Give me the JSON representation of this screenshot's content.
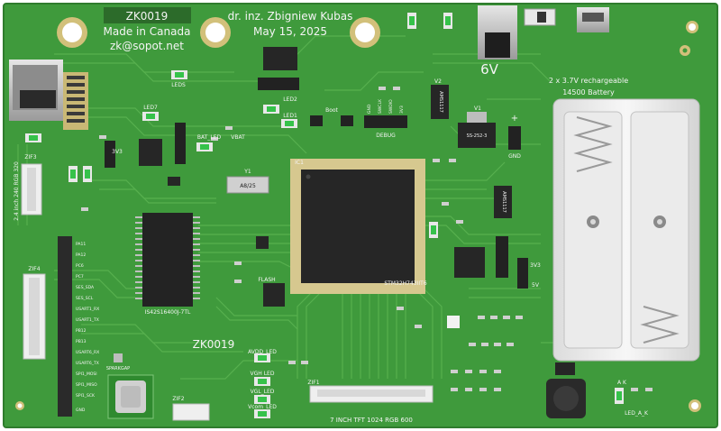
{
  "board": {
    "id_top": "ZK0019",
    "made_in": "Made in Canada",
    "email": "zk@sopot.net",
    "author": "dr. inz. Zbigniew Kubas",
    "date": "May 15,  2025",
    "id_bottom": "ZK0019",
    "colors": {
      "pcb": "#3f9a3c",
      "silkscreen": "#f4f4f4",
      "ic": "#232323",
      "pad": "#d8c890",
      "led": "#36c24a"
    }
  },
  "power": {
    "voltage": "6V",
    "battery_note": "2 x 3.7V rechargeable",
    "battery_type": "14500 Battery"
  },
  "labels": {
    "leds": "LEDS",
    "led2": "LED2",
    "led1": "LED1",
    "led7": "LED7",
    "bat_led": "BAT_LED",
    "vbat": "VBAT",
    "v33": "3V3",
    "v33b": "3V3",
    "boot": "Boot",
    "debug": "DEBUG",
    "mcu": "STM32H743IIT6",
    "sdram": "IS42S16400J-7TL",
    "flash": "FLASH",
    "avdd_led": "AVDD_LED",
    "vgh_led": "VGH LED",
    "vgl_led": "VGL_LED",
    "vcom_led": "Vcom_LED",
    "display": "7 INCH TFT  1024 RGB 600",
    "lcd": "2.4 inch 240 RGB 320",
    "led_ak": "LED_A_K",
    "a_k": "A K",
    "plus": "+",
    "gnd": "GND",
    "v1": "V1",
    "v2": "V2",
    "ic1": "IC1",
    "y1": "Y1",
    "crystal": "A8/25",
    "reg1": "AMS1117",
    "reg2": "AMS1117",
    "reg3": "SS-252-3",
    "zif1": "ZIF1",
    "zif2": "ZIF2",
    "zif3": "ZIF3",
    "zif4": "ZIF4",
    "sw": "SPARKGAP",
    "sv": "5V",
    "vcc": "3V3"
  },
  "header_pins": [
    "PA11",
    "PA12",
    "PC6",
    "PC7",
    "SES_SDA",
    "SES_SCL",
    "USART1_RX",
    "USART1_TX",
    "PB12",
    "PB13",
    "USART6_RX",
    "USART6_TX",
    "SPI1_MOSI",
    "SPI1_MISO",
    "SPI1_SCK",
    "GND"
  ],
  "debug_pins": [
    "GND",
    "SWCLK",
    "SWDIO",
    "3V3"
  ]
}
